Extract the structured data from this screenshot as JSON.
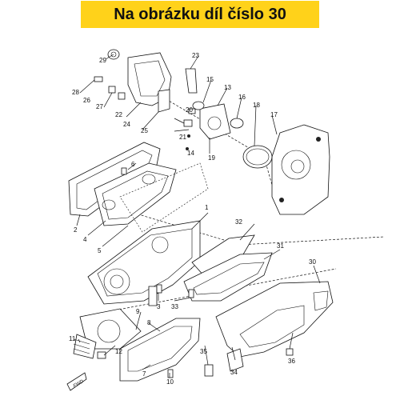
{
  "banner": {
    "text": "Na obrázku díl číslo 30",
    "background": "#ffd21a"
  },
  "diagram": {
    "labels": [
      "1",
      "2",
      "3",
      "4",
      "5",
      "6",
      "7",
      "8",
      "9",
      "10",
      "11",
      "12",
      "13",
      "14",
      "15",
      "16",
      "17",
      "18",
      "19",
      "20",
      "21",
      "22",
      "23",
      "24",
      "25",
      "26",
      "27",
      "28",
      "29",
      "30",
      "31",
      "32",
      "33",
      "34",
      "35",
      "36"
    ],
    "direction_badge": "FWD",
    "highlighted_part": "30"
  }
}
